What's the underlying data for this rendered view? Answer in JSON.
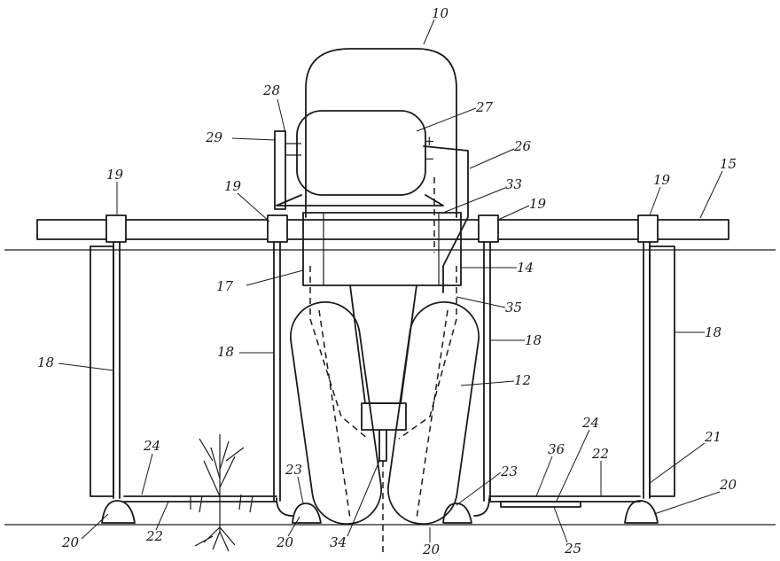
{
  "labels": {
    "l10": "10",
    "l27": "27",
    "l28": "28",
    "l29": "29",
    "l26": "26",
    "l33": "33",
    "l15": "15",
    "l19a": "19",
    "l19b": "19",
    "l19c": "19",
    "l19d": "19",
    "l14": "14",
    "l17": "17",
    "l35": "35",
    "l18a": "18",
    "l18b": "18",
    "l18c": "18",
    "l18d": "18",
    "l12": "12",
    "l24a": "24",
    "l24b": "24",
    "l36": "36",
    "l22a": "22",
    "l22b": "22",
    "l21": "21",
    "l23a": "23",
    "l23b": "23",
    "l20a": "20",
    "l20b": "20",
    "l20c": "20",
    "l20d": "20",
    "l34": "34",
    "l25": "25",
    "plus": "+",
    "minus": "−"
  }
}
